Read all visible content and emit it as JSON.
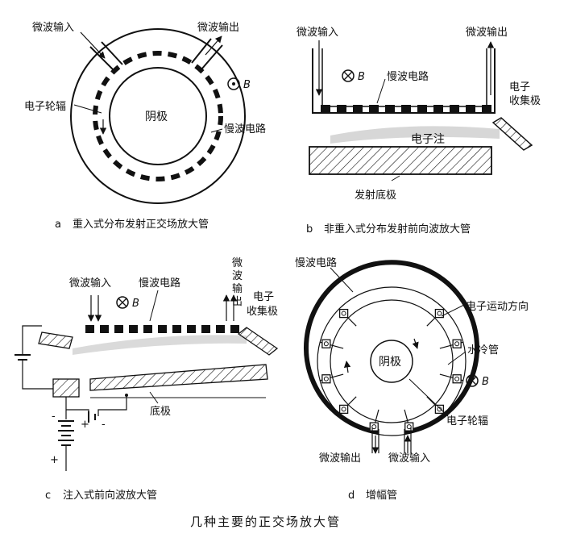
{
  "panel_a": {
    "microwave_in": "微波输入",
    "microwave_out": "微波输出",
    "cathode": "阴极",
    "field": "B",
    "spoke": "电子轮辐",
    "slow_wave": "慢波电路",
    "caption_letter": "a",
    "caption": "重入式分布发射正交场放大管"
  },
  "panel_b": {
    "microwave_in": "微波输入",
    "microwave_out": "微波输出",
    "field": "B",
    "slow_wave": "慢波电路",
    "collector_1": "电子",
    "collector_2": "收集极",
    "beam": "电子注",
    "sole": "发射底极",
    "caption_letter": "b",
    "caption": "非重入式分布发射前向波放大管"
  },
  "panel_c": {
    "microwave_in": "微波输入",
    "slow_wave": "慢波电路",
    "microwave_out_v": [
      "微",
      "波",
      "输",
      "出"
    ],
    "field": "B",
    "collector_1": "电子",
    "collector_2": "收集极",
    "sole": "底极",
    "plus": "+",
    "minus": "-",
    "caption_letter": "c",
    "caption": "注入式前向波放大管"
  },
  "panel_d": {
    "slow_wave": "慢波电路",
    "motion": "电子运动方向",
    "cooling": "水冷管",
    "cathode": "阴极",
    "field": "B",
    "spoke": "电子轮辐",
    "microwave_out": "微波输出",
    "microwave_in": "微波输入",
    "caption_letter": "d",
    "caption": "增幅管"
  },
  "figure_title": "几种主要的正交场放大管"
}
